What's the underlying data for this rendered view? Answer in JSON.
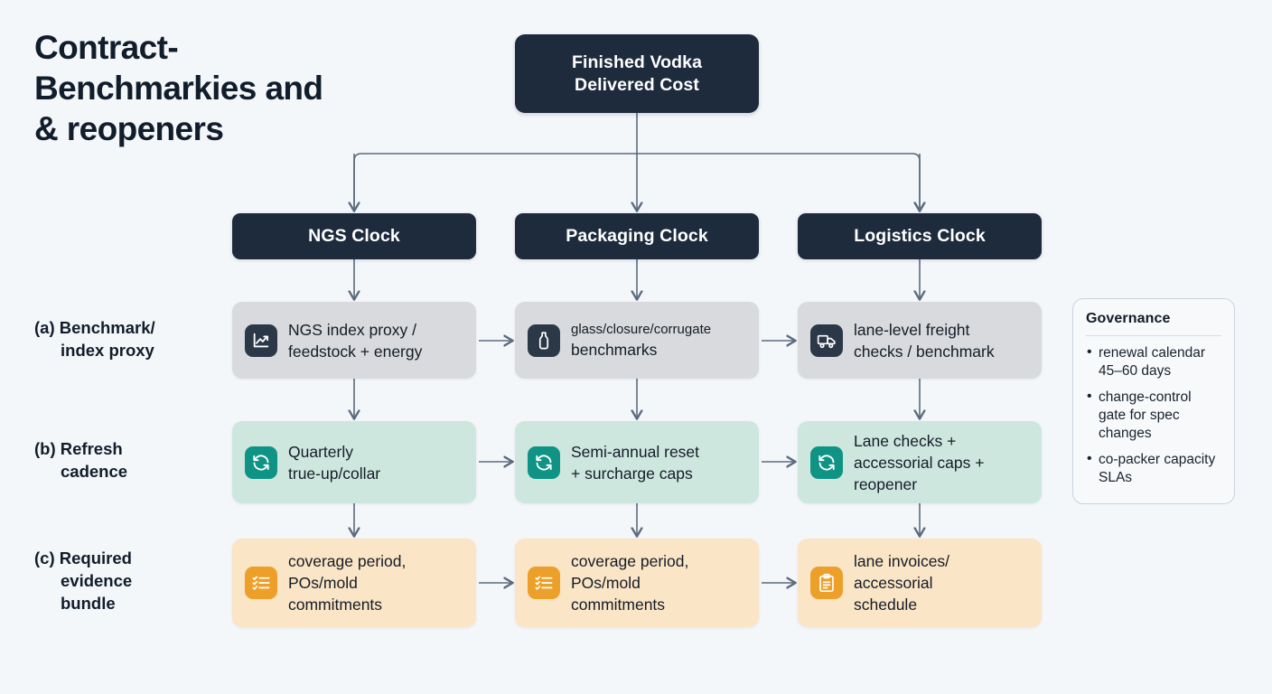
{
  "title": "Contract-\nBenchmarkies and\n& reopeners",
  "root": {
    "label": "Finished Vodka\nDelivered Cost"
  },
  "columns": [
    {
      "header": "NGS Clock"
    },
    {
      "header": "Packaging Clock"
    },
    {
      "header": "Logistics Clock"
    }
  ],
  "rows": [
    {
      "label_prefix": "(a)",
      "label_line1": "Benchmark/",
      "label_line2": "index proxy",
      "cells": [
        {
          "icon": "chart-line-up-icon",
          "text_small": "",
          "text": "NGS index proxy /\nfeedstock + energy"
        },
        {
          "icon": "bottle-icon",
          "text_small": "glass/closure/corrugate",
          "text": "benchmarks"
        },
        {
          "icon": "truck-icon",
          "text_small": "",
          "text": "lane-level freight\nchecks / benchmark"
        }
      ]
    },
    {
      "label_prefix": "(b)",
      "label_line1": "Refresh",
      "label_line2": "cadence",
      "cells": [
        {
          "icon": "refresh-cycle-icon",
          "text_small": "",
          "text": "Quarterly\ntrue-up/collar"
        },
        {
          "icon": "refresh-cycle-icon",
          "text_small": "",
          "text": "Semi-annual reset\n+ surcharge caps"
        },
        {
          "icon": "refresh-cycle-icon",
          "text_small": "",
          "text": "Lane checks +\naccessorial caps +\nreopener"
        }
      ]
    },
    {
      "label_prefix": "(c)",
      "label_line1": "Required",
      "label_line2": "evidence",
      "label_line3": "bundle",
      "cells": [
        {
          "icon": "checklist-icon",
          "text_small": "",
          "text": "coverage period,\nPOs/mold\ncommitments"
        },
        {
          "icon": "checklist-icon",
          "text_small": "",
          "text": "coverage period,\nPOs/mold\ncommitments"
        },
        {
          "icon": "clipboard-icon",
          "text_small": "",
          "text": "lane invoices/\naccessorial\nschedule"
        }
      ]
    }
  ],
  "governance": {
    "heading": "Governance",
    "items": [
      "renewal calendar 45–60 days",
      "change-control gate for spec changes",
      "co-packer capacity SLAs"
    ]
  },
  "colors": {
    "background": "#f4f7fa",
    "dark_node": "#1e2b3d",
    "row_a": "#d8dadd",
    "row_b": "#cde7df",
    "row_c": "#fae5c6",
    "icon_a": "#2b3848",
    "icon_b": "#0e9384",
    "icon_c": "#eda029",
    "connector": "#5c6b7d"
  }
}
